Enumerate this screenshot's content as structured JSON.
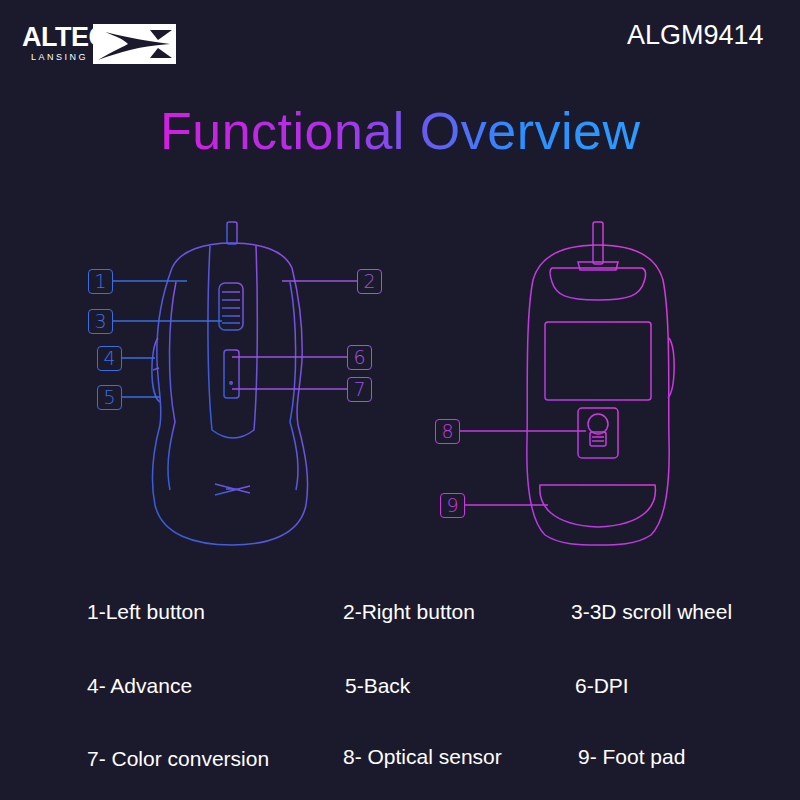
{
  "diagram": {
    "title": "Functional Overview",
    "nodes": [
      {
        "text": [
          "1"
        ]
      },
      {
        "text": [
          "2"
        ]
      },
      {
        "text": [
          "3"
        ]
      },
      {
        "text": [
          "4"
        ]
      },
      {
        "text": [
          "5"
        ]
      },
      {
        "text": [
          "6"
        ]
      },
      {
        "text": [
          "7"
        ]
      },
      {
        "text": [
          "8"
        ]
      },
      {
        "text": [
          "9"
        ]
      }
    ],
    "labels": [
      "ALTEC",
      "LANSING",
      "ALGM9414",
      "1-Left button",
      "2-Right button",
      "3-3D scroll wheel",
      "4- Advance",
      "5-Back",
      "6-DPI",
      "7- Color conversion",
      "8- Optical sensor",
      "9- Foot pad"
    ]
  }
}
